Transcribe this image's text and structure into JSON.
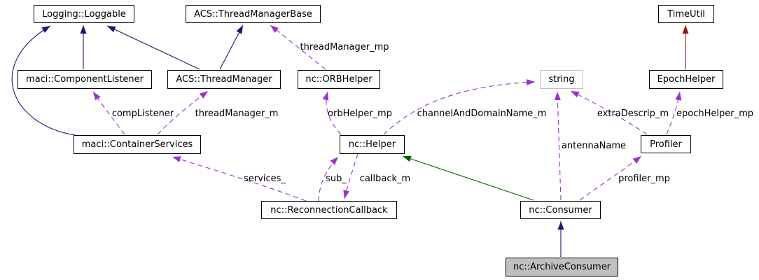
{
  "nodes": {
    "loggable": {
      "label": "Logging::Loggable"
    },
    "thread_manager_base": {
      "label": "ACS::ThreadManagerBase"
    },
    "time_util": {
      "label": "TimeUtil"
    },
    "component_listener": {
      "label": "maci::ComponentListener"
    },
    "thread_manager": {
      "label": "ACS::ThreadManager"
    },
    "orb_helper": {
      "label": "nc::ORBHelper"
    },
    "string": {
      "label": "string"
    },
    "epoch_helper": {
      "label": "EpochHelper"
    },
    "container_services": {
      "label": "maci::ContainerServices"
    },
    "helper": {
      "label": "nc::Helper"
    },
    "profiler": {
      "label": "Profiler"
    },
    "reconnection_callback": {
      "label": "nc::ReconnectionCallback"
    },
    "consumer": {
      "label": "nc::Consumer"
    },
    "archive_consumer": {
      "label": "nc::ArchiveConsumer"
    }
  },
  "edge_labels": {
    "thread_manager_mp": "threadManager_mp",
    "comp_listener": "compListener",
    "thread_manager_m": "threadManager_m",
    "orb_helper_mp": "orbHelper_mp",
    "channel_and_domain_name_m": "channelAndDomainName_m",
    "extra_descrip_m": "extraDescrip_m",
    "epoch_helper_mp": "epochHelper_mp",
    "antenna_name": "antennaName",
    "services": "services_",
    "sub": "sub_",
    "callback_m": "callback_m",
    "profiler_mp": "profiler_mp"
  },
  "colors": {
    "public_inheritance": "#191970",
    "protected_inheritance": "#006400",
    "private_inheritance": "#8b1a1a",
    "usage": "#9a32cd",
    "box_border": "#000000",
    "box_fill": "#ffffff",
    "undocumented_border": "#c0c0c0",
    "current_class_fill": "#bfbfbf",
    "text": "#000000"
  }
}
